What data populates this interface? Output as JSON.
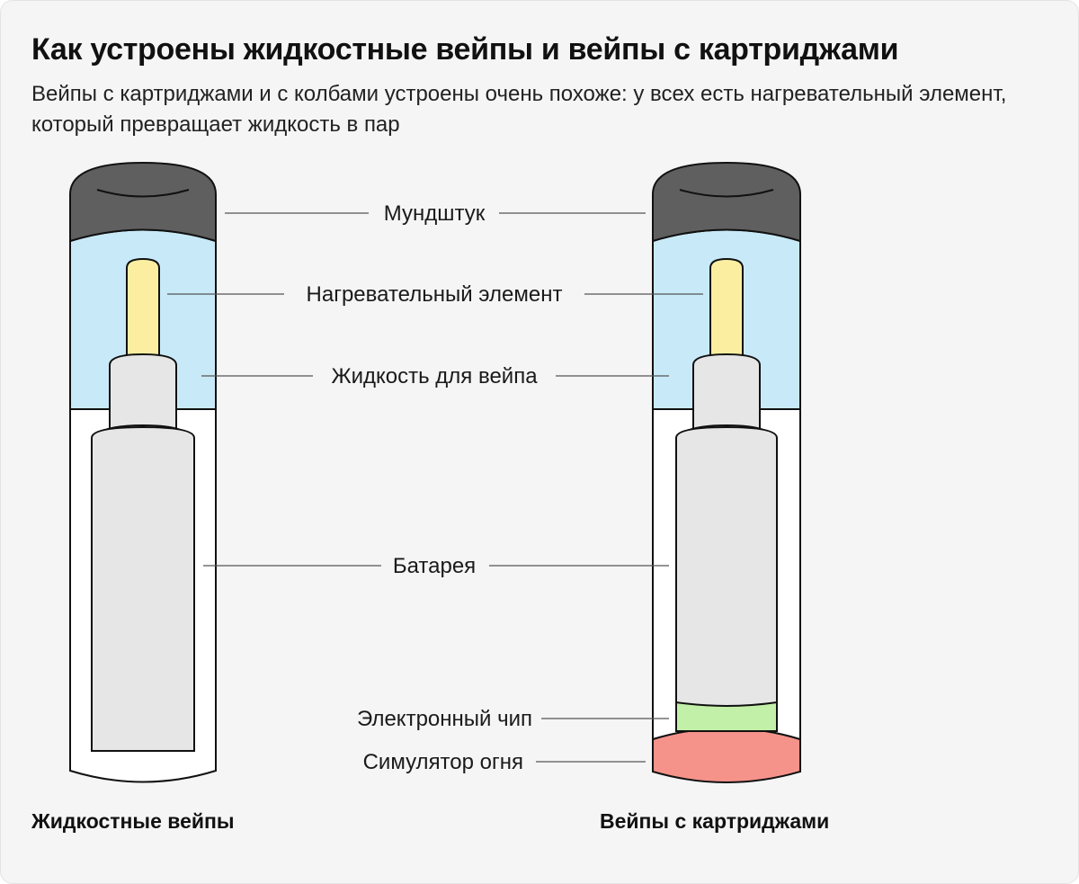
{
  "header": {
    "title": "Как устроены жидкостные вейпы и вейпы с картриджами",
    "subtitle": "Вейпы с картриджами и с колбами устроены очень похоже: у всех есть нагревательный элемент, который превращает жидкость в пар"
  },
  "labels": {
    "mouthpiece": "Мундштук",
    "heating_element": "Нагревательный элемент",
    "liquid": "Жидкость для вейпа",
    "battery": "Батарея",
    "chip": "Электронный чип",
    "flame_simulator": "Симулятор огня"
  },
  "captions": {
    "left": "Жидкостные вейпы",
    "right": "Вейпы с картриджами"
  },
  "colors": {
    "mouthpiece": "#5f5f5f",
    "liquid": "#c8eaf8",
    "heating_element": "#fbeea1",
    "battery": "#e6e6e6",
    "chip": "#c3f0a8",
    "flame_simulator": "#f5938b",
    "body": "#ffffff",
    "background": "#f5f5f5"
  }
}
